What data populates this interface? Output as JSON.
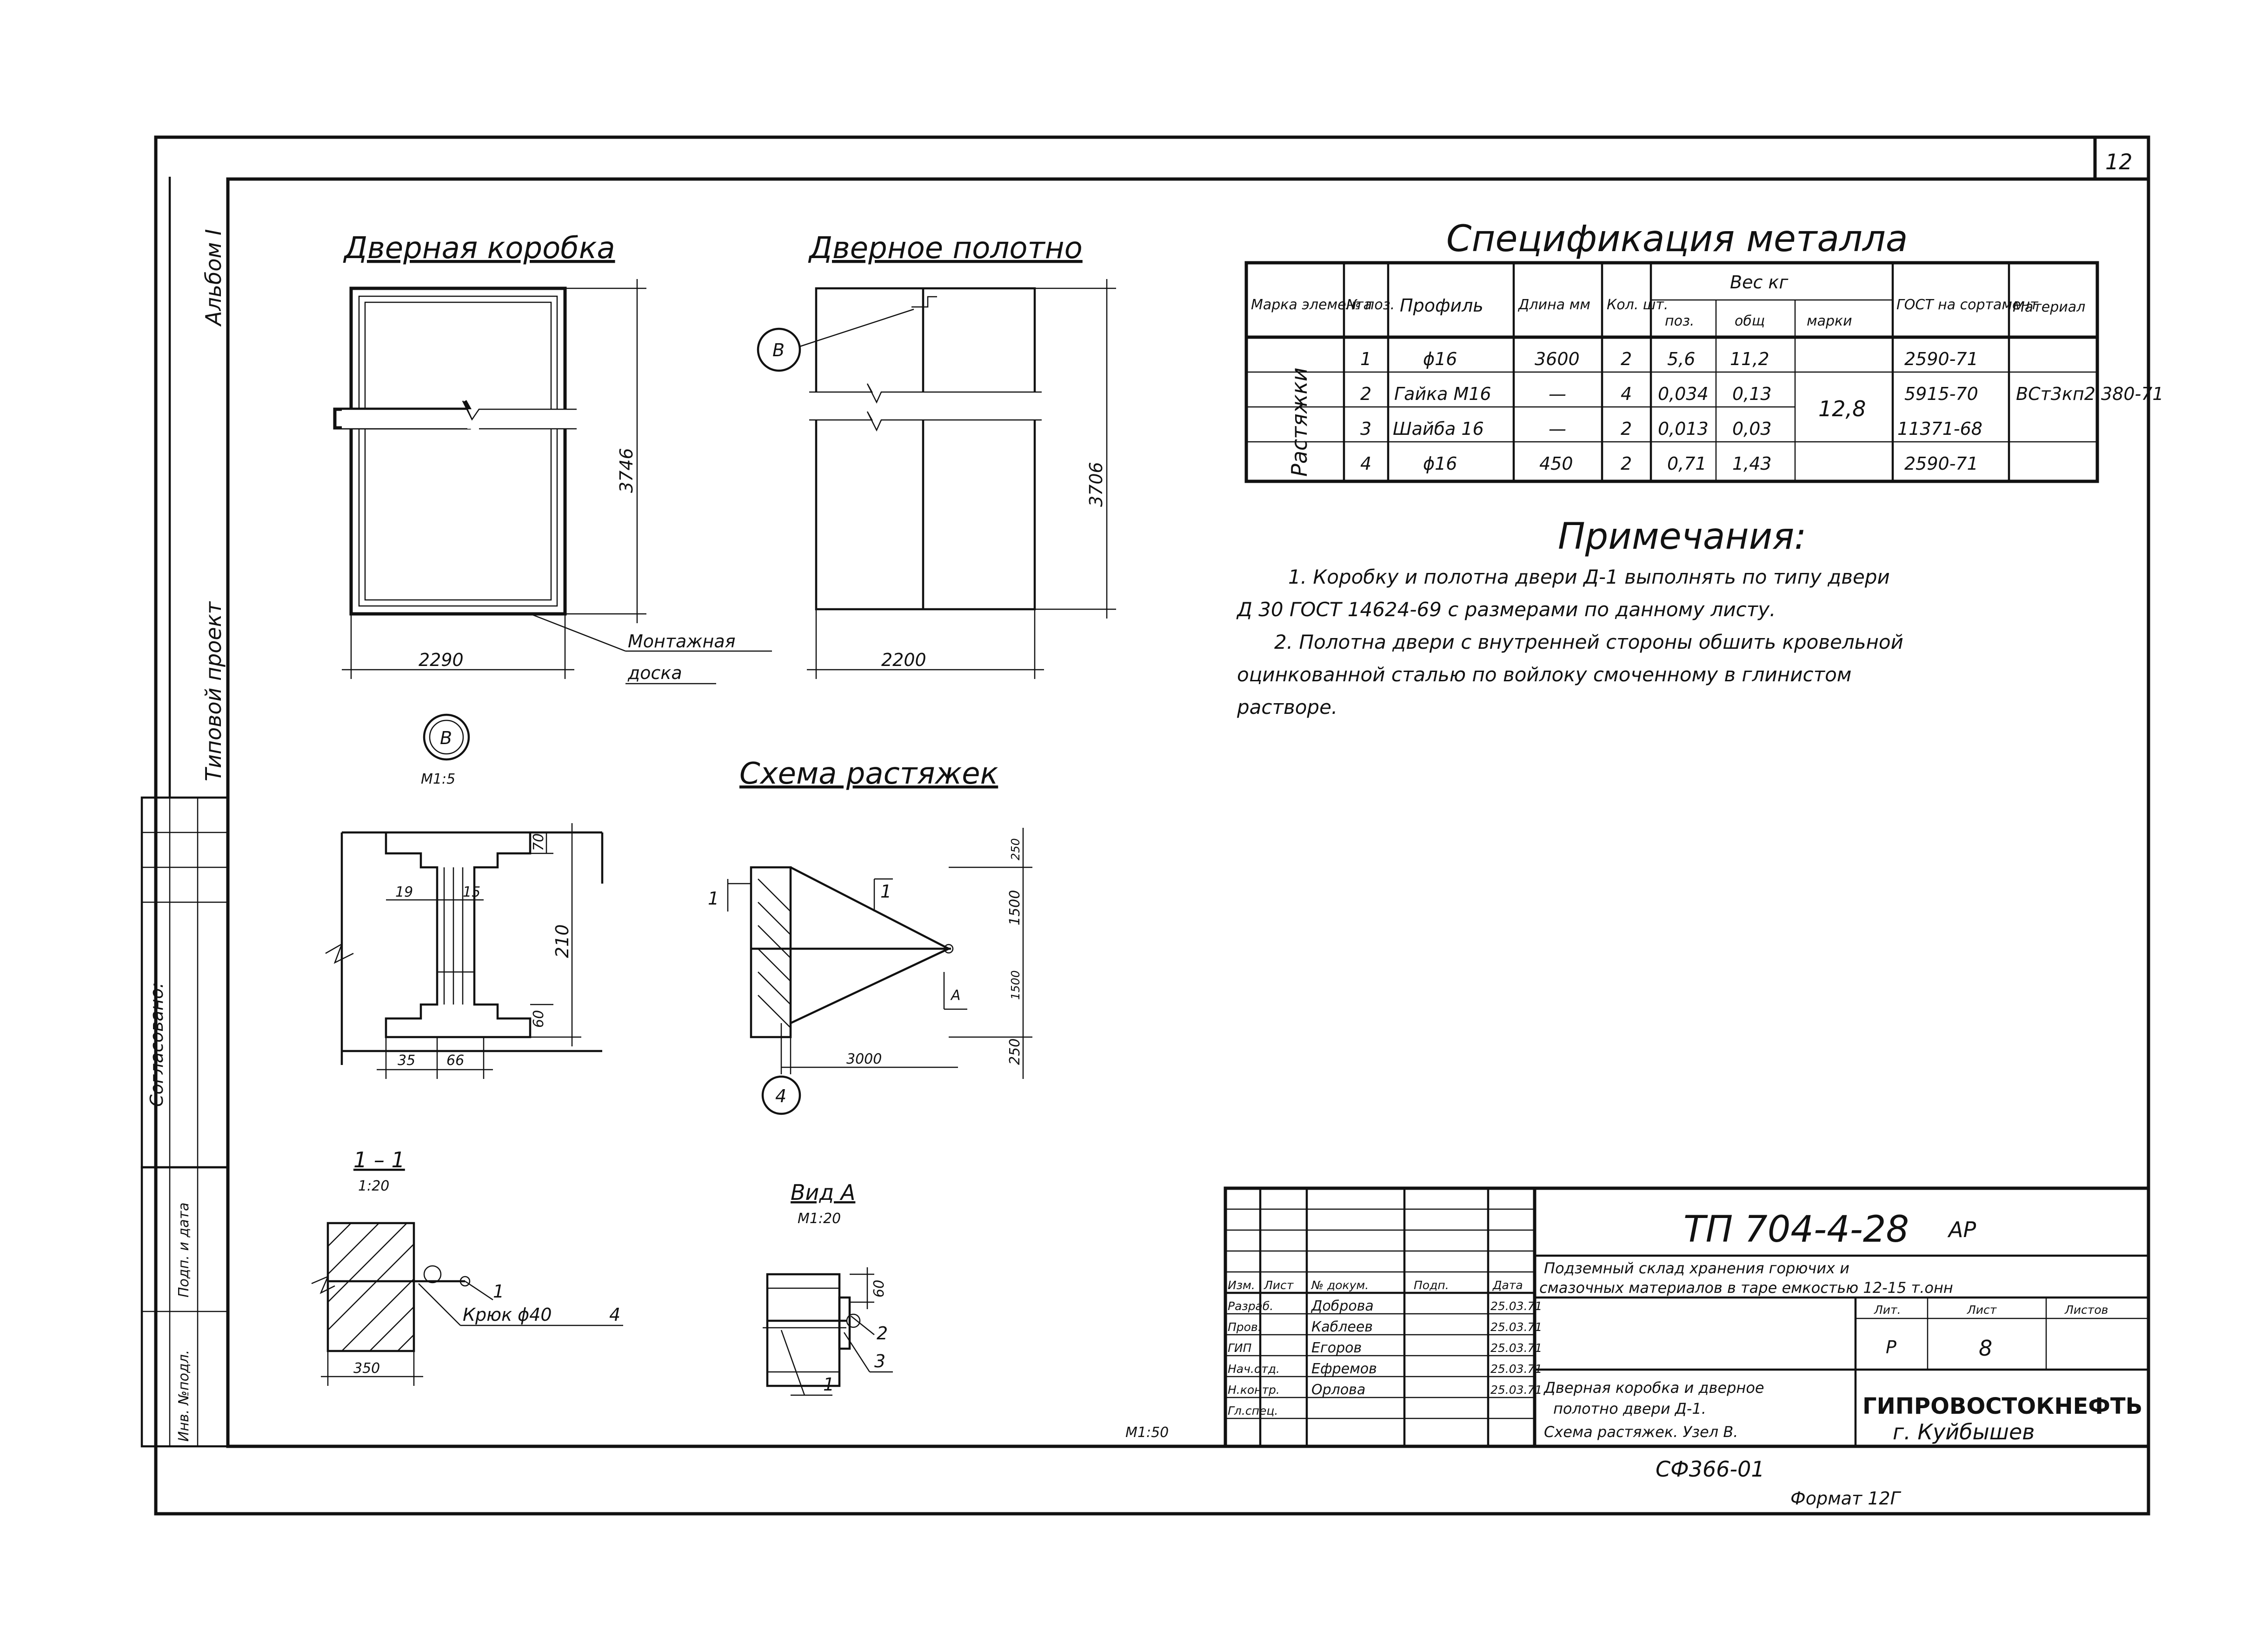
{
  "sheet_number": "12",
  "side_stamp": {
    "album": "Альбом I",
    "project_type": "Типовой проект",
    "agreed": "Согласовано:",
    "fields": [
      "Инв. №подл.",
      "Подп. и дата"
    ]
  },
  "views": {
    "door_frame": {
      "title": "Дверная коробка",
      "dim_width": "2290",
      "dim_height": "3746",
      "label_board": [
        "Монтажная",
        "доска"
      ]
    },
    "door_leaf": {
      "title": "Дверное полотно",
      "dim_width": "2200",
      "dim_height": "3706",
      "callout": "В"
    },
    "node_b": {
      "label": "В",
      "scale": "М1:5",
      "dims": [
        "70",
        "19",
        "15",
        "210",
        "60",
        "35",
        "66"
      ]
    },
    "schema": {
      "title": "Схема растяжек",
      "dims": [
        "250",
        "1500",
        "1500",
        "250",
        "3000"
      ],
      "section_mark": "1",
      "view_mark": "А",
      "pos": "4"
    },
    "section_1_1": {
      "title": "1 – 1",
      "scale": "1:20",
      "hook": "Крюк ϕ40",
      "hook_pos": "4",
      "pos": "1",
      "dim": "350"
    },
    "view_a": {
      "title": "Вид А",
      "scale": "М1:20",
      "dim": "60",
      "pos": [
        "2",
        "3",
        "1"
      ]
    }
  },
  "spec": {
    "title": "Спецификация металла",
    "headers": {
      "mark": "Марка элемента",
      "pos": "№ поз.",
      "profile": "Профиль",
      "length": "Длина мм",
      "qty": "Кол. шт.",
      "weight": "Вес кг",
      "w_pos": "поз.",
      "w_total": "общ",
      "w_mark": "марки",
      "gost": "ГОСТ на сортамент",
      "material": "Материал"
    },
    "group": "Растяжки",
    "rows": [
      {
        "pos": "1",
        "profile": "ϕ16",
        "length": "3600",
        "qty": "2",
        "w_pos": "5,6",
        "w_total": "11,2",
        "gost": "2590-71"
      },
      {
        "pos": "2",
        "profile": "Гайка М16",
        "length": "—",
        "qty": "4",
        "w_pos": "0,034",
        "w_total": "0,13",
        "gost": "5915-70"
      },
      {
        "pos": "3",
        "profile": "Шайба 16",
        "length": "—",
        "qty": "2",
        "w_pos": "0,013",
        "w_total": "0,03",
        "gost": "11371-68"
      },
      {
        "pos": "4",
        "profile": "ϕ16",
        "length": "450",
        "qty": "2",
        "w_pos": "0,71",
        "w_total": "1,43",
        "gost": "2590-71"
      }
    ],
    "mark_weight": "12,8",
    "material": "ВСт3кп2 380-71"
  },
  "notes": {
    "title": "Примечания:",
    "lines": [
      "1. Коробку и полотна двери Д-1 выполнять по типу двери",
      "Д 30 ГОСТ 14624-69 с размерами по данному листу.",
      "2. Полотна двери с внутренней стороны обшить кровельной",
      "оцинкованной сталью по войлоку смоченному в глинистом",
      "растворе."
    ]
  },
  "scale_note": "М1:50",
  "stamp": {
    "code": "ТП 704-4-28",
    "stage_mark": "АР",
    "object": [
      "Подземный склад хранения горючих и",
      "смазочных материалов в таре емкостью 12-15 т.онн"
    ],
    "col_headers": [
      "Изм.",
      "Лист",
      "№ докум.",
      "Подп.",
      "Дата"
    ],
    "roles": [
      {
        "role": "Разраб.",
        "name": "Доброва",
        "date": "25.03.71"
      },
      {
        "role": "Пров.",
        "name": "Каблеев",
        "date": "25.03.71"
      },
      {
        "role": "ГИП",
        "name": "Егоров",
        "date": "25.03.71"
      },
      {
        "role": "Нач.отд.",
        "name": "Ефремов",
        "date": "25.03.71"
      },
      {
        "role": "Н.контр.",
        "name": "Орлова",
        "date": "25.03.71"
      },
      {
        "role": "Гл.спец.",
        "name": "",
        "date": ""
      }
    ],
    "lit_headers": [
      "Лит.",
      "Лист",
      "Листов"
    ],
    "lit": "Р",
    "sheet": "8",
    "sheets": "",
    "sheet_title": [
      "Дверная коробка и дверное",
      "полотно двери Д-1.",
      "Схема растяжек. Узел В."
    ],
    "org": "ГИПРОВОСТОКНЕФТЬ",
    "city": "г. Куйбышев"
  },
  "bottom_code": "СФ366-01",
  "format": "Формат 12Г"
}
